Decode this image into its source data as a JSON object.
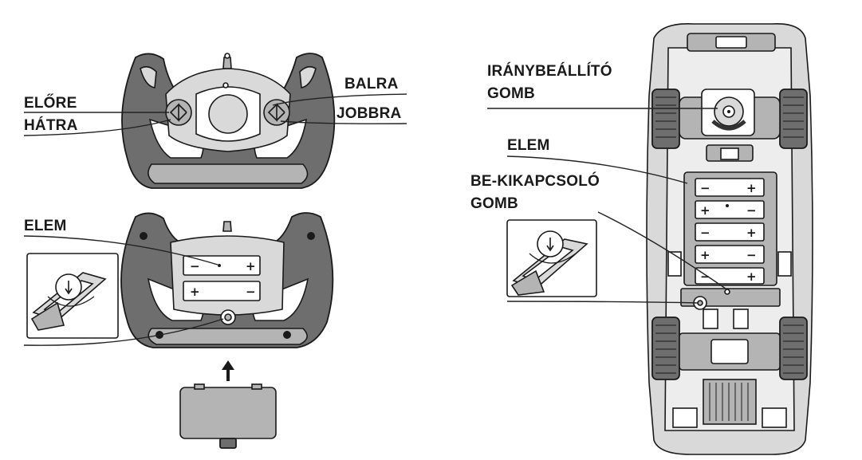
{
  "controller_labels": {
    "forward": "ELŐRE",
    "backward": "HÁTRA",
    "left": "BALRA",
    "right": "JOBBRA",
    "battery": "ELEM"
  },
  "car_labels": {
    "steering_trim_line1": "IRÁNYBEÁLLÍTÓ",
    "steering_trim_line2": "GOMB",
    "battery": "ELEM",
    "power_switch_line1": "BE-KIKAPCSOLÓ",
    "power_switch_line2": "GOMB"
  },
  "battery_signs": {
    "plus": "+",
    "minus": "−"
  },
  "colors": {
    "ink": "#1a1a1a",
    "dark_grey": "#6e6e6e",
    "mid_grey": "#b4b4b4",
    "light_grey": "#d9d9d9"
  }
}
